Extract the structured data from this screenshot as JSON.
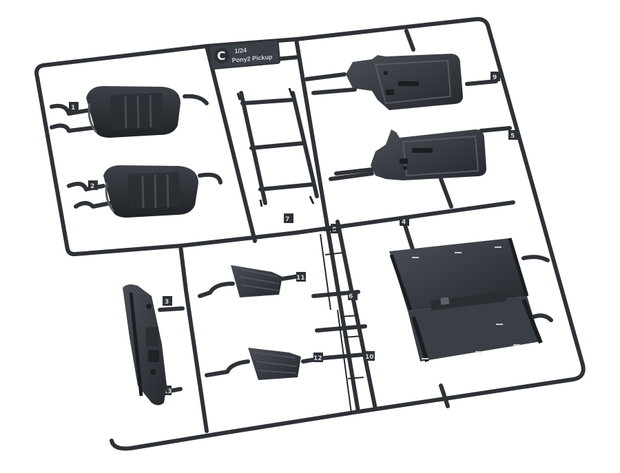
{
  "photo": {
    "subject": "plastic model kit sprue tree",
    "background_color": "#ffffff",
    "plastic_color": "#2e3237",
    "plastic_highlight": "#4b5057"
  },
  "plate": {
    "letter": "C",
    "scale": "1/24",
    "name": "Pony2 Pickup"
  },
  "part_numbers": [
    "1",
    "2",
    "3",
    "4",
    "5",
    "6",
    "7",
    "8",
    "9",
    "10",
    "11",
    "12",
    "13"
  ]
}
